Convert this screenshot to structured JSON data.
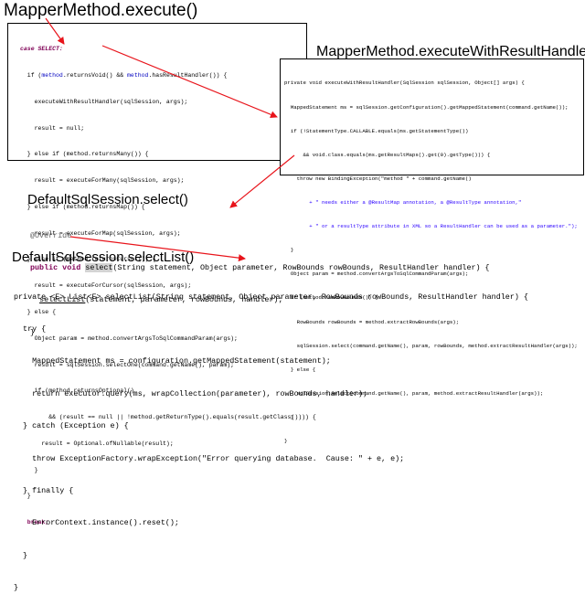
{
  "titles": {
    "execute": "MapperMethod.execute()",
    "executeWithResultHandler": "MapperMethod.executeWithResultHandler()",
    "select": "DefaultSqlSession.select()",
    "selectList": "DefaultSqlSession.selectList()"
  },
  "code_execute": {
    "l01": "case SELECT:",
    "l02a": "  if (",
    "l02b": "method",
    "l02c": ".returnsVoid() && ",
    "l02d": "method",
    "l02e": ".hasResultHandler()) {",
    "l03": "    executeWithResultHandler(sqlSession, args);",
    "l04": "    result = null;",
    "l05": "  } else if (method.returnsMany()) {",
    "l06": "    result = executeForMany(sqlSession, args);",
    "l07": "  } else if (method.returnsMap()) {",
    "l08": "    result = executeForMap(sqlSession, args);",
    "l09": "  } else if (method.returnsCursor()) {",
    "l10": "    result = executeForCursor(sqlSession, args);",
    "l11": "  } else {",
    "l12": "    Object param = method.convertArgsToSqlCommandParam(args);",
    "l13": "    result = sqlSession.selectOne(command.getName(), param);",
    "l14": "    if (method.returnsOptional()",
    "l15": "        && (result == null || !method.getReturnType().equals(result.getClass()))) {",
    "l16": "      result = Optional.ofNullable(result);",
    "l17": "    }",
    "l18": "  }",
    "l19": "  break;"
  },
  "code_execute_with_result_handler": {
    "l01": "private void executeWithResultHandler(SqlSession sqlSession, Object[] args) {",
    "l02": "  MappedStatement ms = sqlSession.getConfiguration().getMappedStatement(command.getName());",
    "l03": "  if (!StatementType.CALLABLE.equals(ms.getStatementType())",
    "l04": "      && void.class.equals(ms.getResultMaps().get(0).getType())) {",
    "l05": "    throw new BindingException(\"method \" + command.getName()",
    "l06": "        + \" needs either a @ResultMap annotation, a @ResultType annotation,\"",
    "l07": "        + \" or a resultType attribute in XML so a ResultHandler can be used as a parameter.\");",
    "l08": "  }",
    "l09": "  Object param = method.convertArgsToSqlCommandParam(args);",
    "l10": "  if (method.hasRowBounds()) {",
    "l11": "    RowBounds rowBounds = method.extractRowBounds(args);",
    "l12": "    sqlSession.select(command.getName(), param, rowBounds, method.extractResultHandler(args));",
    "l13": "  } else {",
    "l14": "    sqlSession.select(command.getName(), param, method.extractResultHandler(args));",
    "l15": "  }",
    "l16": "}"
  },
  "code_select": {
    "l01": "@Override",
    "l02a": "public void ",
    "l02b": "select",
    "l02c": "(String statement, Object parameter, RowBounds rowBounds, ResultHandler handler) {",
    "l03a": "  ",
    "l03b": "selectList",
    "l03c": "(statement, parameter, rowBounds, handler);",
    "l04": "}"
  },
  "code_select_list": {
    "l01": "private <E> List<E> selectList(String statement, Object parameter, RowBounds rowBounds, ResultHandler handler) {",
    "l02": "  try {",
    "l03": "    MappedStatement ms = configuration.getMappedStatement(statement);",
    "l04": "    return executor.query(ms, wrapCollection(parameter), rowBounds, handler);",
    "l05": "  } catch (Exception e) {",
    "l06": "    throw ExceptionFactory.wrapException(\"Error querying database.  Cause: \" + e, e);",
    "l07": "  } finally {",
    "l08": "    ErrorContext.instance().reset();",
    "l09": "  }",
    "l10": "}"
  },
  "colors": {
    "arrow": "#e8141b",
    "keyword": "#7f0055",
    "field": "#0000c0",
    "string": "#2a00ff",
    "annotation": "#646464"
  }
}
